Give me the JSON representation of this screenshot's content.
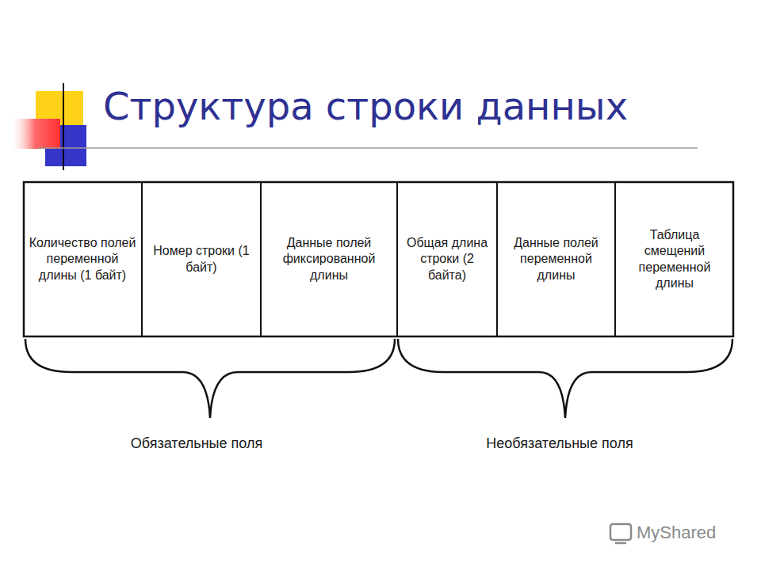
{
  "diagram": {
    "title": "Структура строки данных",
    "nodes": [
      {
        "text": [
          "Количество полей переменной длины (1 байт)"
        ]
      },
      {
        "text": [
          "Номер строки (1 байт)"
        ]
      },
      {
        "text": [
          "Данные полей фиксированной длины"
        ]
      },
      {
        "text": [
          "Общая длина строки (2 байта)"
        ]
      },
      {
        "text": [
          "Данные полей переменной длины"
        ]
      },
      {
        "text": [
          "Таблица смещений переменной длины"
        ]
      }
    ],
    "labels": [
      "Обязательные поля",
      "Необязательные поля",
      "MyShared"
    ]
  }
}
